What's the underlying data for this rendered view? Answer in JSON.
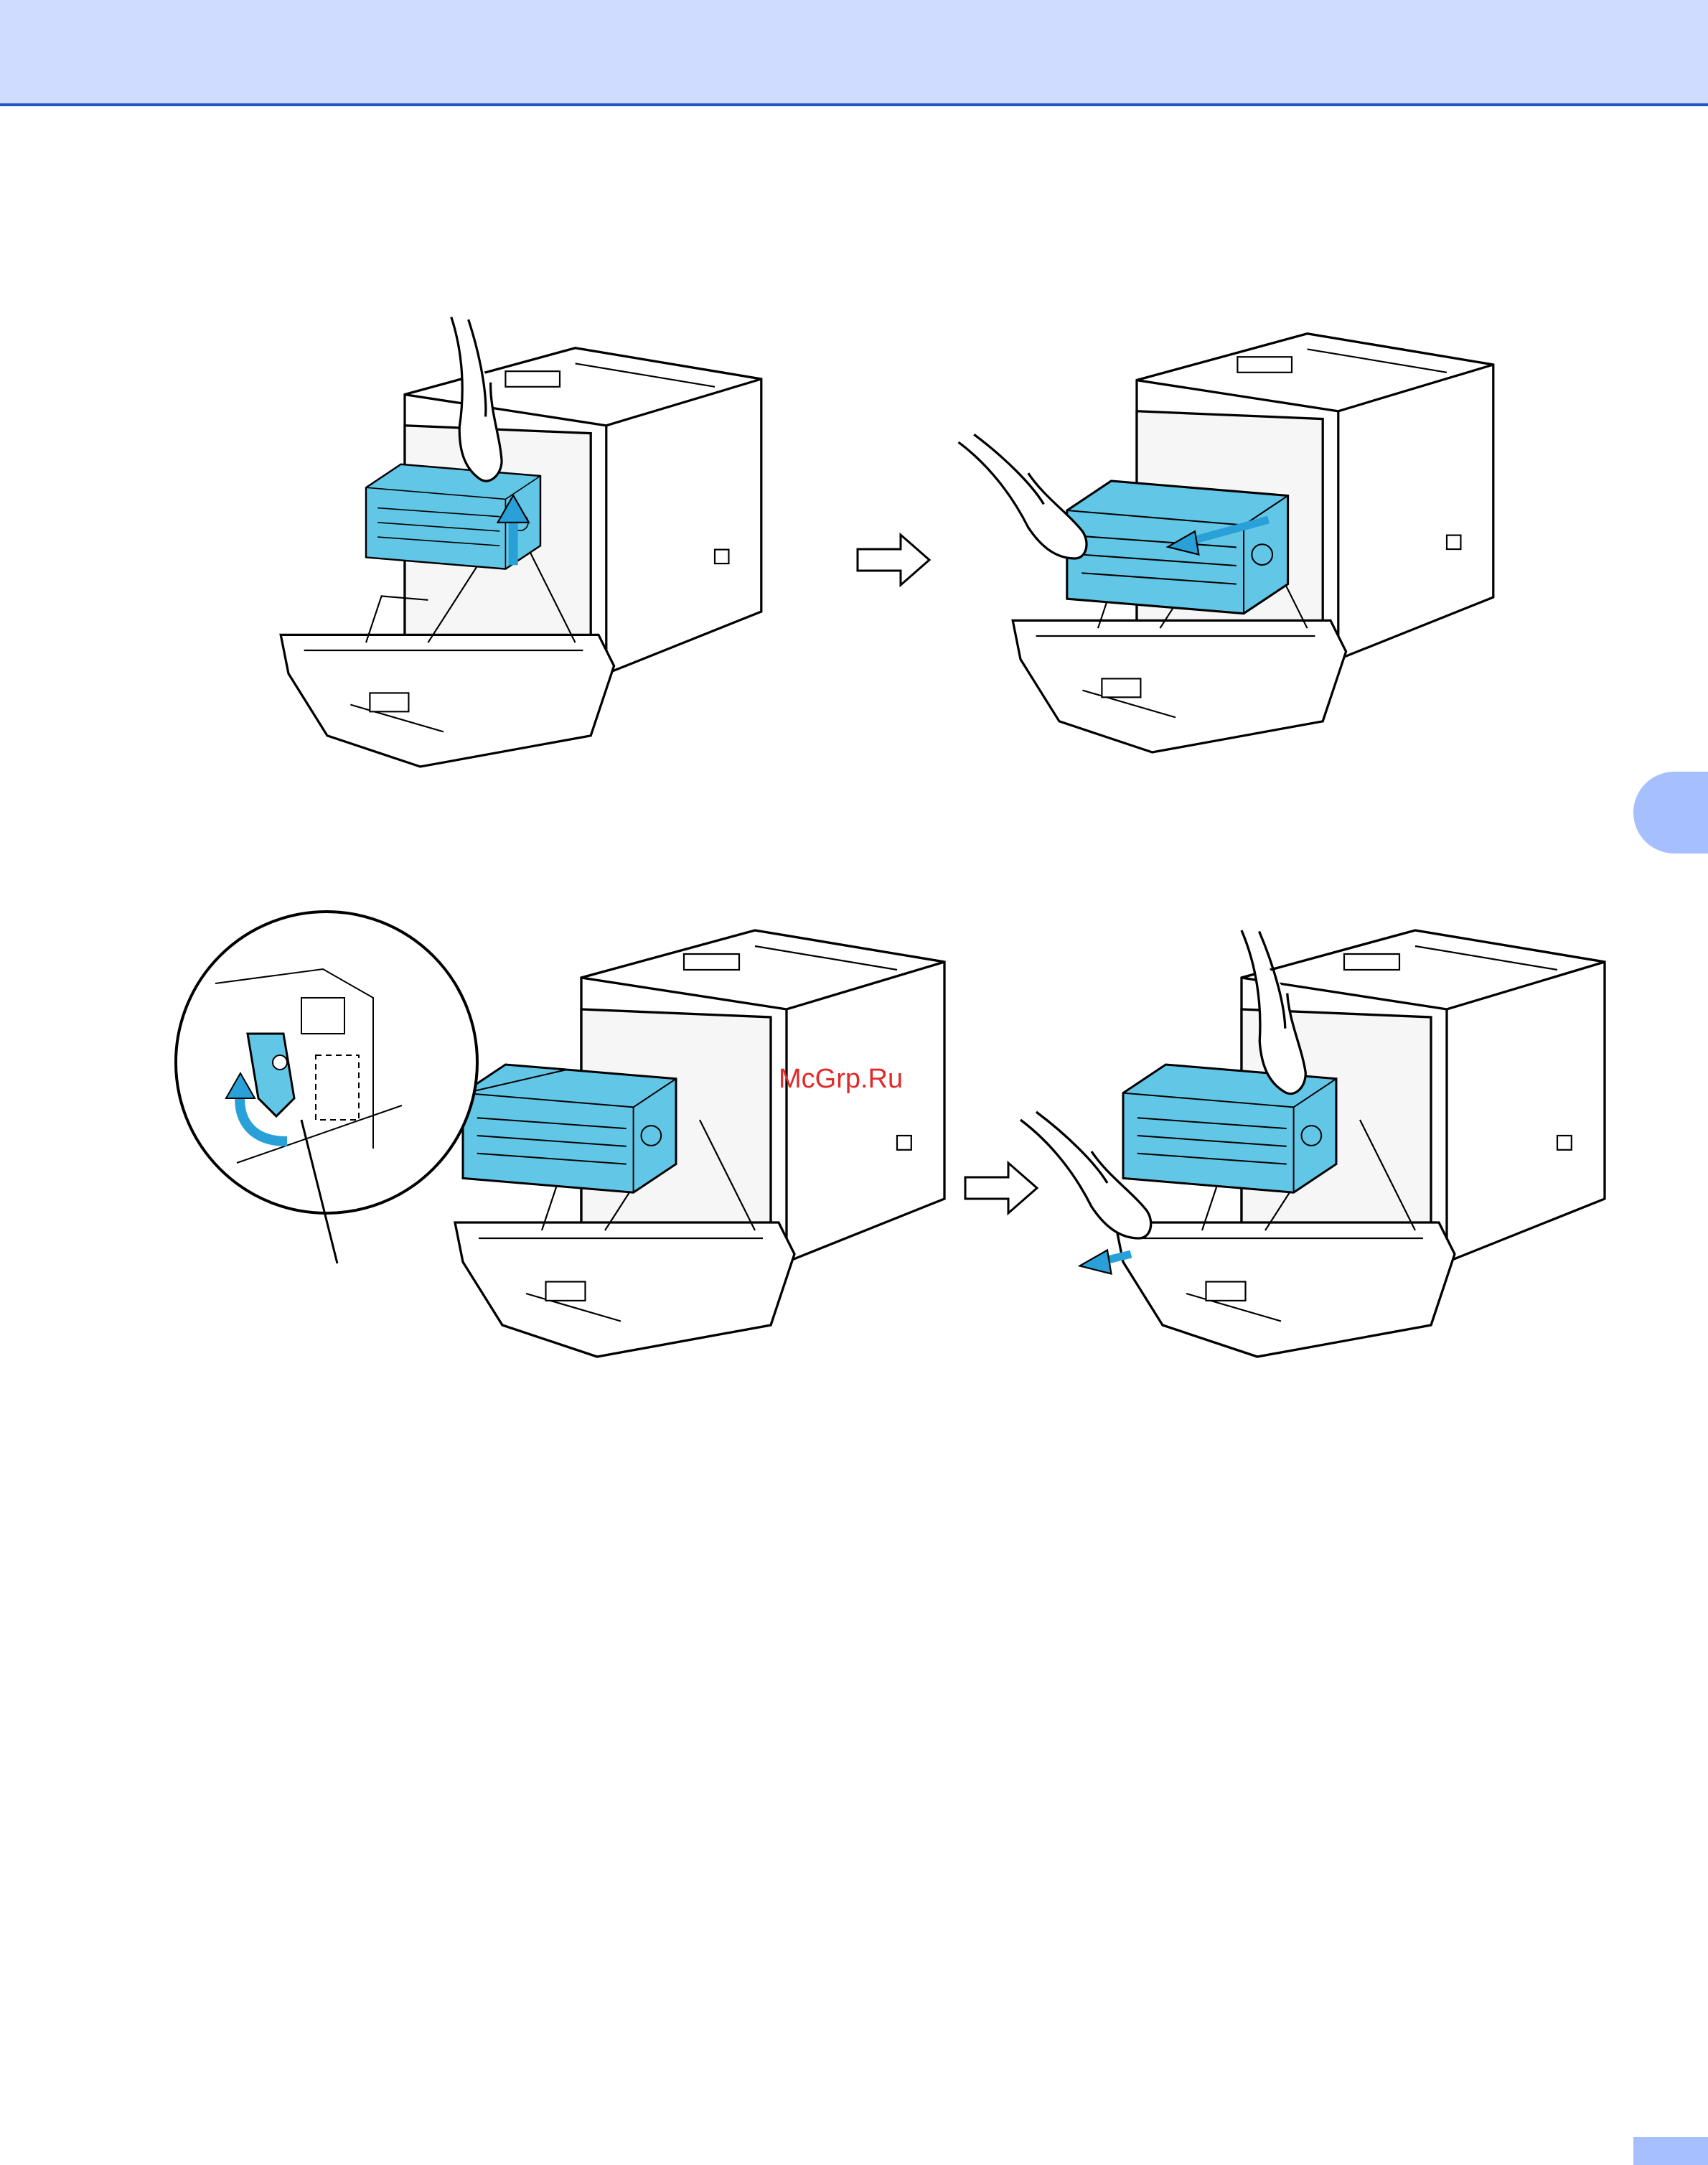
{
  "watermark": {
    "text": "McGrp.Ru"
  },
  "colors": {
    "header_band": "#cfdcff",
    "header_rule": "#1f55c8",
    "side_tab": "#a6bfff",
    "drum_unit": "#62c6e6",
    "watermark": "#e02a2a"
  },
  "figures": [
    {
      "name": "printer-open-cover-lift-green-lock",
      "icon": "printer-illustration"
    },
    {
      "name": "printer-pull-drum-unit-out",
      "icon": "printer-illustration"
    },
    {
      "name": "printer-drum-lock-lever-detail",
      "icon": "printer-illustration"
    },
    {
      "name": "printer-remove-drum-unit",
      "icon": "printer-illustration"
    }
  ],
  "arrows": [
    "right-arrow-icon",
    "right-arrow-icon"
  ]
}
